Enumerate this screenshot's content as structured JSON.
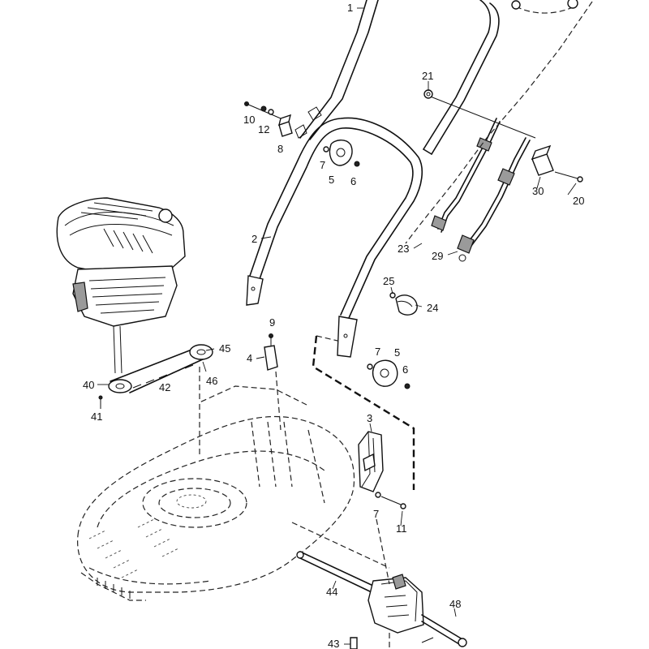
{
  "callouts": [
    {
      "id": "1",
      "text": "1"
    },
    {
      "id": "2",
      "text": "2"
    },
    {
      "id": "3",
      "text": "3"
    },
    {
      "id": "4",
      "text": "4"
    },
    {
      "id": "5a",
      "text": "5"
    },
    {
      "id": "5b",
      "text": "5"
    },
    {
      "id": "6a",
      "text": "6"
    },
    {
      "id": "6b",
      "text": "6"
    },
    {
      "id": "7a",
      "text": "7"
    },
    {
      "id": "7b",
      "text": "7"
    },
    {
      "id": "7c",
      "text": "7"
    },
    {
      "id": "8",
      "text": "8"
    },
    {
      "id": "9",
      "text": "9"
    },
    {
      "id": "10",
      "text": "10"
    },
    {
      "id": "11",
      "text": "11"
    },
    {
      "id": "12",
      "text": "12"
    },
    {
      "id": "20",
      "text": "20"
    },
    {
      "id": "21",
      "text": "21"
    },
    {
      "id": "23",
      "text": "23"
    },
    {
      "id": "24",
      "text": "24"
    },
    {
      "id": "25",
      "text": "25"
    },
    {
      "id": "29",
      "text": "29"
    },
    {
      "id": "30",
      "text": "30"
    },
    {
      "id": "40",
      "text": "40"
    },
    {
      "id": "41",
      "text": "41"
    },
    {
      "id": "42",
      "text": "42"
    },
    {
      "id": "43",
      "text": "43"
    },
    {
      "id": "44",
      "text": "44"
    },
    {
      "id": "45",
      "text": "45"
    },
    {
      "id": "46",
      "text": "46"
    },
    {
      "id": "48",
      "text": "48"
    }
  ]
}
